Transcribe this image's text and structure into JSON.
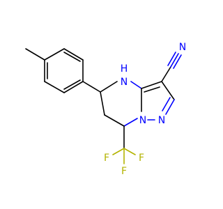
{
  "molecule": {
    "atoms": {
      "nh": "H",
      "nh_n": "N",
      "n_bridge": "N",
      "n_pyrazole": "N",
      "n_nitrile": "N",
      "f1": "F",
      "f2": "F",
      "f3": "F"
    }
  },
  "colors": {
    "bond": "#000000",
    "nitrogen": "#0000ff",
    "fluorine": "#b3b300"
  }
}
